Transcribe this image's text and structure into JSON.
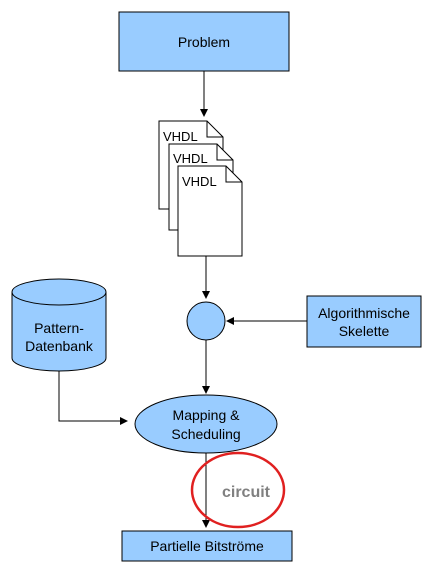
{
  "problem_label": "Problem",
  "vhdl_labels": [
    "VHDL",
    "VHDL",
    "VHDL"
  ],
  "database": {
    "line1": "Pattern-",
    "line2": "Datenbank"
  },
  "skeletons": {
    "line1": "Algorithmische",
    "line2": "Skelette"
  },
  "mapping": {
    "line1": "Mapping &",
    "line2": "Scheduling"
  },
  "annotation": "circuit",
  "output_label": "Partielle Bitströme",
  "colors": {
    "node_fill": "#99ccff",
    "stroke": "#000000",
    "highlight": "#e02020",
    "annotation_text": "#808080"
  }
}
